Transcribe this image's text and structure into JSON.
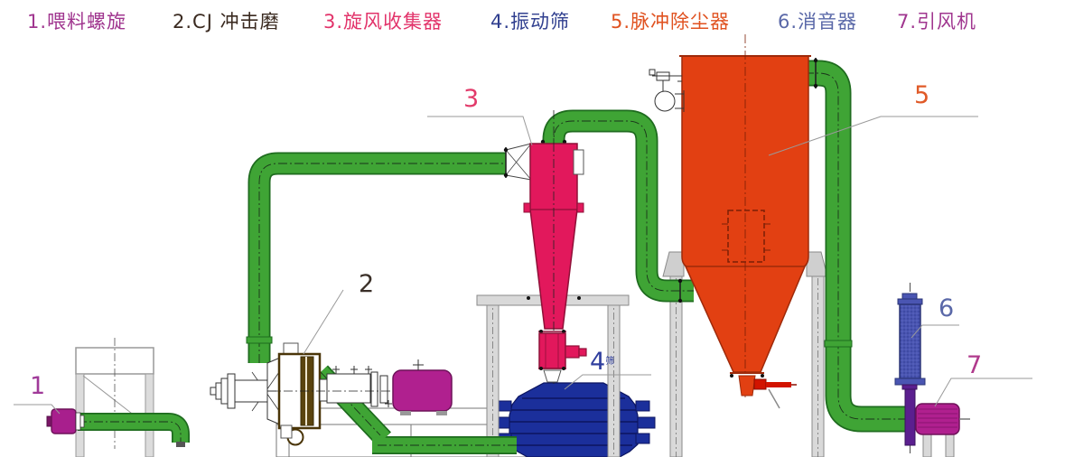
{
  "legend": [
    {
      "num": "1",
      "name": "喂料螺旋",
      "label": "1.喂料螺旋",
      "color": "#A0368F"
    },
    {
      "num": "2",
      "name": "CJ 冲击磨",
      "label": "2.CJ 冲击磨",
      "color": "#3A2A20"
    },
    {
      "num": "3",
      "name": "旋风收集器",
      "label": "3.旋风收集器",
      "color": "#E2336A"
    },
    {
      "num": "4",
      "name": "振动筛",
      "label": "4.振动筛",
      "color": "#303F8F"
    },
    {
      "num": "5",
      "name": "脉冲除尘器",
      "label": "5.脉冲除尘器",
      "color": "#E05220"
    },
    {
      "num": "6",
      "name": "消音器",
      "label": "6.消音器",
      "color": "#5A68A8"
    },
    {
      "num": "7",
      "name": "引风机",
      "label": "7.引风机",
      "color": "#A0368F"
    }
  ],
  "callouts": [
    {
      "num": "1",
      "color": "#A03A99",
      "suffix": ""
    },
    {
      "num": "2",
      "color": "#3A2F28",
      "suffix": ""
    },
    {
      "num": "3",
      "color": "#E23A6A",
      "suffix": ""
    },
    {
      "num": "4",
      "color": "#2F3E9E",
      "suffix": "筛"
    },
    {
      "num": "5",
      "color": "#E05A28",
      "suffix": ""
    },
    {
      "num": "6",
      "color": "#5A68A8",
      "suffix": ""
    },
    {
      "num": "7",
      "color": "#B03A8C",
      "suffix": ""
    }
  ],
  "colors": {
    "pipe_green": "#3FA435",
    "pipe_green_dark": "#1E6B1E",
    "feeder_motor_magenta": "#A81F8D",
    "mill_motor_magenta": "#B0208F",
    "mill_outline_brown": "#4A3508",
    "cyclone_pink": "#E2185C",
    "screen_blue": "#1B2F9B",
    "collector_orange": "#E24012",
    "muffler_blue": "#4A55B2",
    "stack_purple": "#5B1F8F",
    "fan_magenta": "#B0208F",
    "structure_gray": "#D9D9D9",
    "leader_gray": "#9A9A9A"
  }
}
